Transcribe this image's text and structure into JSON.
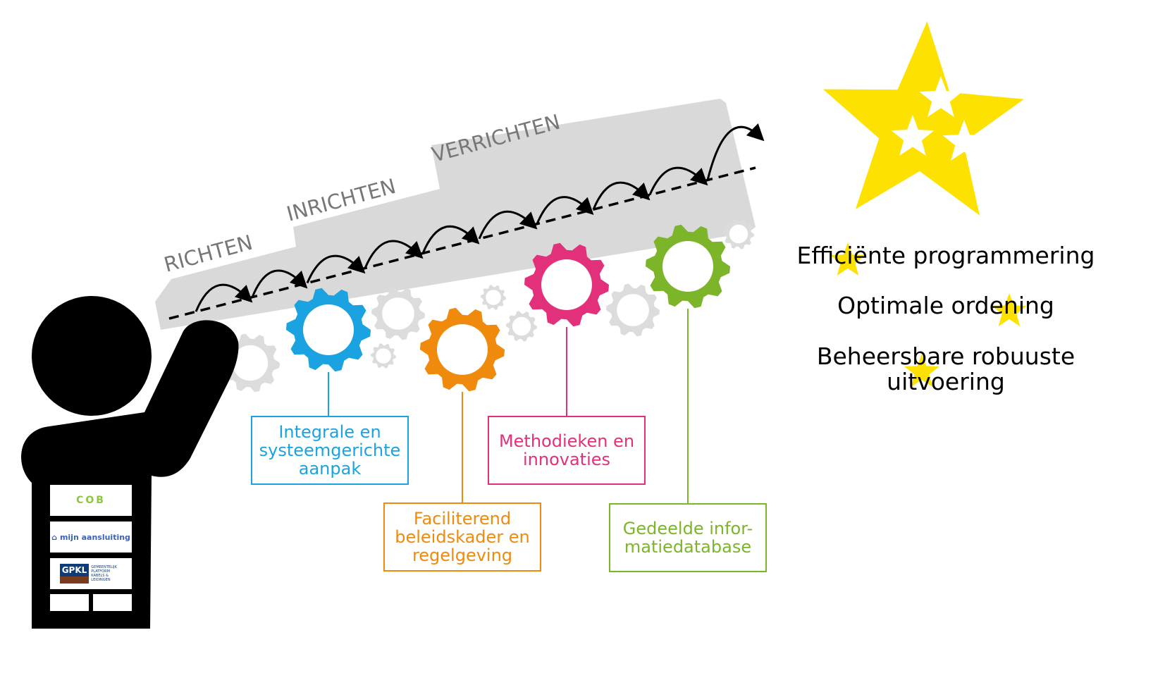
{
  "stages": [
    "RICHTEN",
    "INRICHTEN",
    "VERRICHTEN"
  ],
  "pillars": [
    {
      "label": "Integrale en systeemgerichte aanpak",
      "color": "#1aa3e0"
    },
    {
      "label": "Faciliterend beleidskader en regelgeving",
      "color": "#f08a0c"
    },
    {
      "label": "Methodieken en innovaties",
      "color": "#e2317a"
    },
    {
      "label": "Gedeelde infor-matiedatabase",
      "color": "#7db52a"
    }
  ],
  "goals": [
    "Efficiënte programmering",
    "Optimale ordening",
    "Beheersbare robuuste uitvoering"
  ],
  "logos": {
    "cob": "COB",
    "mijn_aansluiting": "mijn aansluiting",
    "gpkl": "GPKL",
    "gpkl_sub": "GEMEENTELIJK PLATFORM KABELS & LEIDINGEN"
  },
  "colors": {
    "belt": "#d9d9da",
    "gear_gray": "#dcdcdc",
    "star": "#fde100",
    "person": "#000000"
  }
}
